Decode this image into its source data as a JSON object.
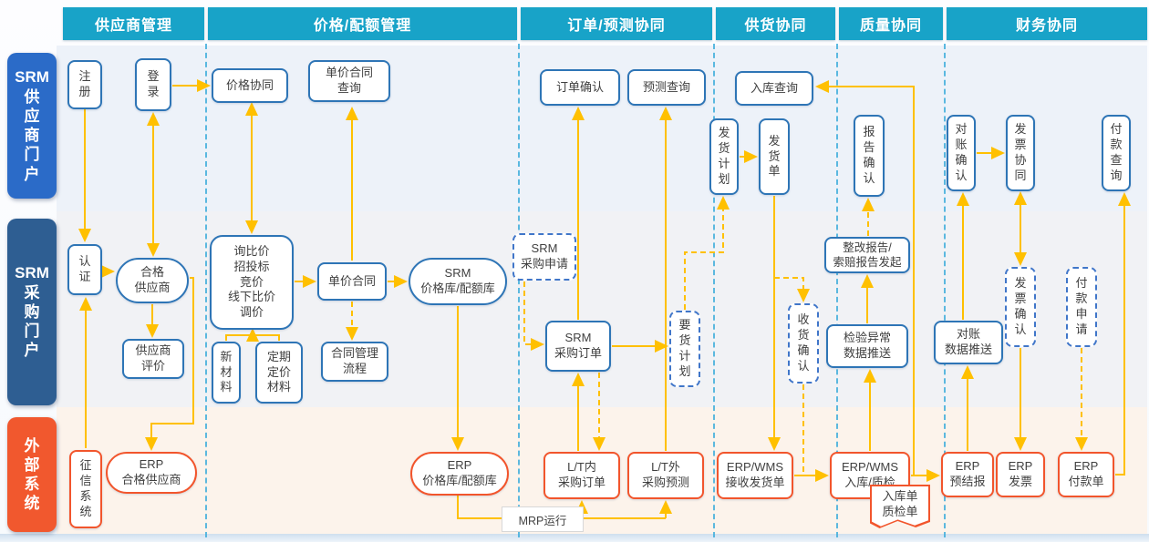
{
  "headers": [
    {
      "label": "供应商管理"
    },
    {
      "label": "价格/配额管理"
    },
    {
      "label": "订单/预测协同"
    },
    {
      "label": "供货协同"
    },
    {
      "label": "质量协同"
    },
    {
      "label": "财务协同"
    }
  ],
  "lanes": [
    {
      "label": "SRM\n供\n应\n商\n门\n户"
    },
    {
      "label": "SRM\n采\n购\n门\n户"
    },
    {
      "label": "外\n部\n系\n统"
    }
  ],
  "nodes": {
    "register": {
      "label": "注\n册"
    },
    "login": {
      "label": "登\n录"
    },
    "auth": {
      "label": "认\n证"
    },
    "qualified_supplier": {
      "label": "合格\n供应商"
    },
    "supplier_eval": {
      "label": "供应商\n评价"
    },
    "credit_system": {
      "label": "征\n信\n系\n统"
    },
    "erp_qualified": {
      "label": "ERP\n合格供应商"
    },
    "price_collab": {
      "label": "价格协同"
    },
    "contract_query": {
      "label": "单价合同\n查询"
    },
    "inquiry": {
      "label": "询比价\n招投标\n竞价\n线下比价\n调价"
    },
    "new_material": {
      "label": "新\n材\n料"
    },
    "periodic_material": {
      "label": "定期\n定价\n材料"
    },
    "unit_contract": {
      "label": "单价合同"
    },
    "contract_flow": {
      "label": "合同管理\n流程"
    },
    "srm_price_lib": {
      "label": "SRM\n价格库/配额库"
    },
    "erp_price_lib": {
      "label": "ERP\n价格库/配额库"
    },
    "order_confirm": {
      "label": "订单确认"
    },
    "forecast_query": {
      "label": "预测查询"
    },
    "srm_pr": {
      "label": "SRM\n采购申请"
    },
    "srm_po": {
      "label": "SRM\n采购订单"
    },
    "demand_plan": {
      "label": "要\n货\n计\n划"
    },
    "lt_in_po": {
      "label": "L/T内\n采购订单"
    },
    "lt_out_fc": {
      "label": "L/T外\n采购预测"
    },
    "mrp_run": {
      "label": "MRP运行"
    },
    "wh_query": {
      "label": "入库查询"
    },
    "ship_plan": {
      "label": "发\n货\n计\n划"
    },
    "ship_order": {
      "label": "发\n货\n单"
    },
    "receipt_confirm": {
      "label": "收\n货\n确\n认"
    },
    "erp_wms_recv": {
      "label": "ERP/WMS\n接收发货单"
    },
    "report_confirm": {
      "label": "报\n告\n确\n认"
    },
    "rectify_report": {
      "label": "整改报告/\n索赔报告发起"
    },
    "inspect_push": {
      "label": "检验异常\n数据推送"
    },
    "erp_wms_in": {
      "label": "ERP/WMS\n入库/质检"
    },
    "doc_note": {
      "label": "入库单\n质检单"
    },
    "recon_confirm": {
      "label": "对\n账\n确\n认"
    },
    "invoice_collab": {
      "label": "发\n票\n协\n同"
    },
    "pay_query": {
      "label": "付\n款\n查\n询"
    },
    "recon_push": {
      "label": "对账\n数据推送"
    },
    "invoice_confirm": {
      "label": "发\n票\n确\n认"
    },
    "pay_apply": {
      "label": "付\n款\n申\n请"
    },
    "erp_presettle": {
      "label": "ERP\n预结报"
    },
    "erp_invoice": {
      "label": "ERP\n发票"
    },
    "erp_payment": {
      "label": "ERP\n付款单"
    }
  },
  "colors": {
    "arrow": "#FFC000",
    "header": "#18A3C8",
    "node_border": "#2E75B6",
    "dashed_border": "#4076C9",
    "external_border": "#F2552C",
    "lane_supplier_portal": "#2B6BC8",
    "lane_purchase_portal": "#2E5E92",
    "lane_external": "#F1582E",
    "divider": "#41AEDC"
  }
}
